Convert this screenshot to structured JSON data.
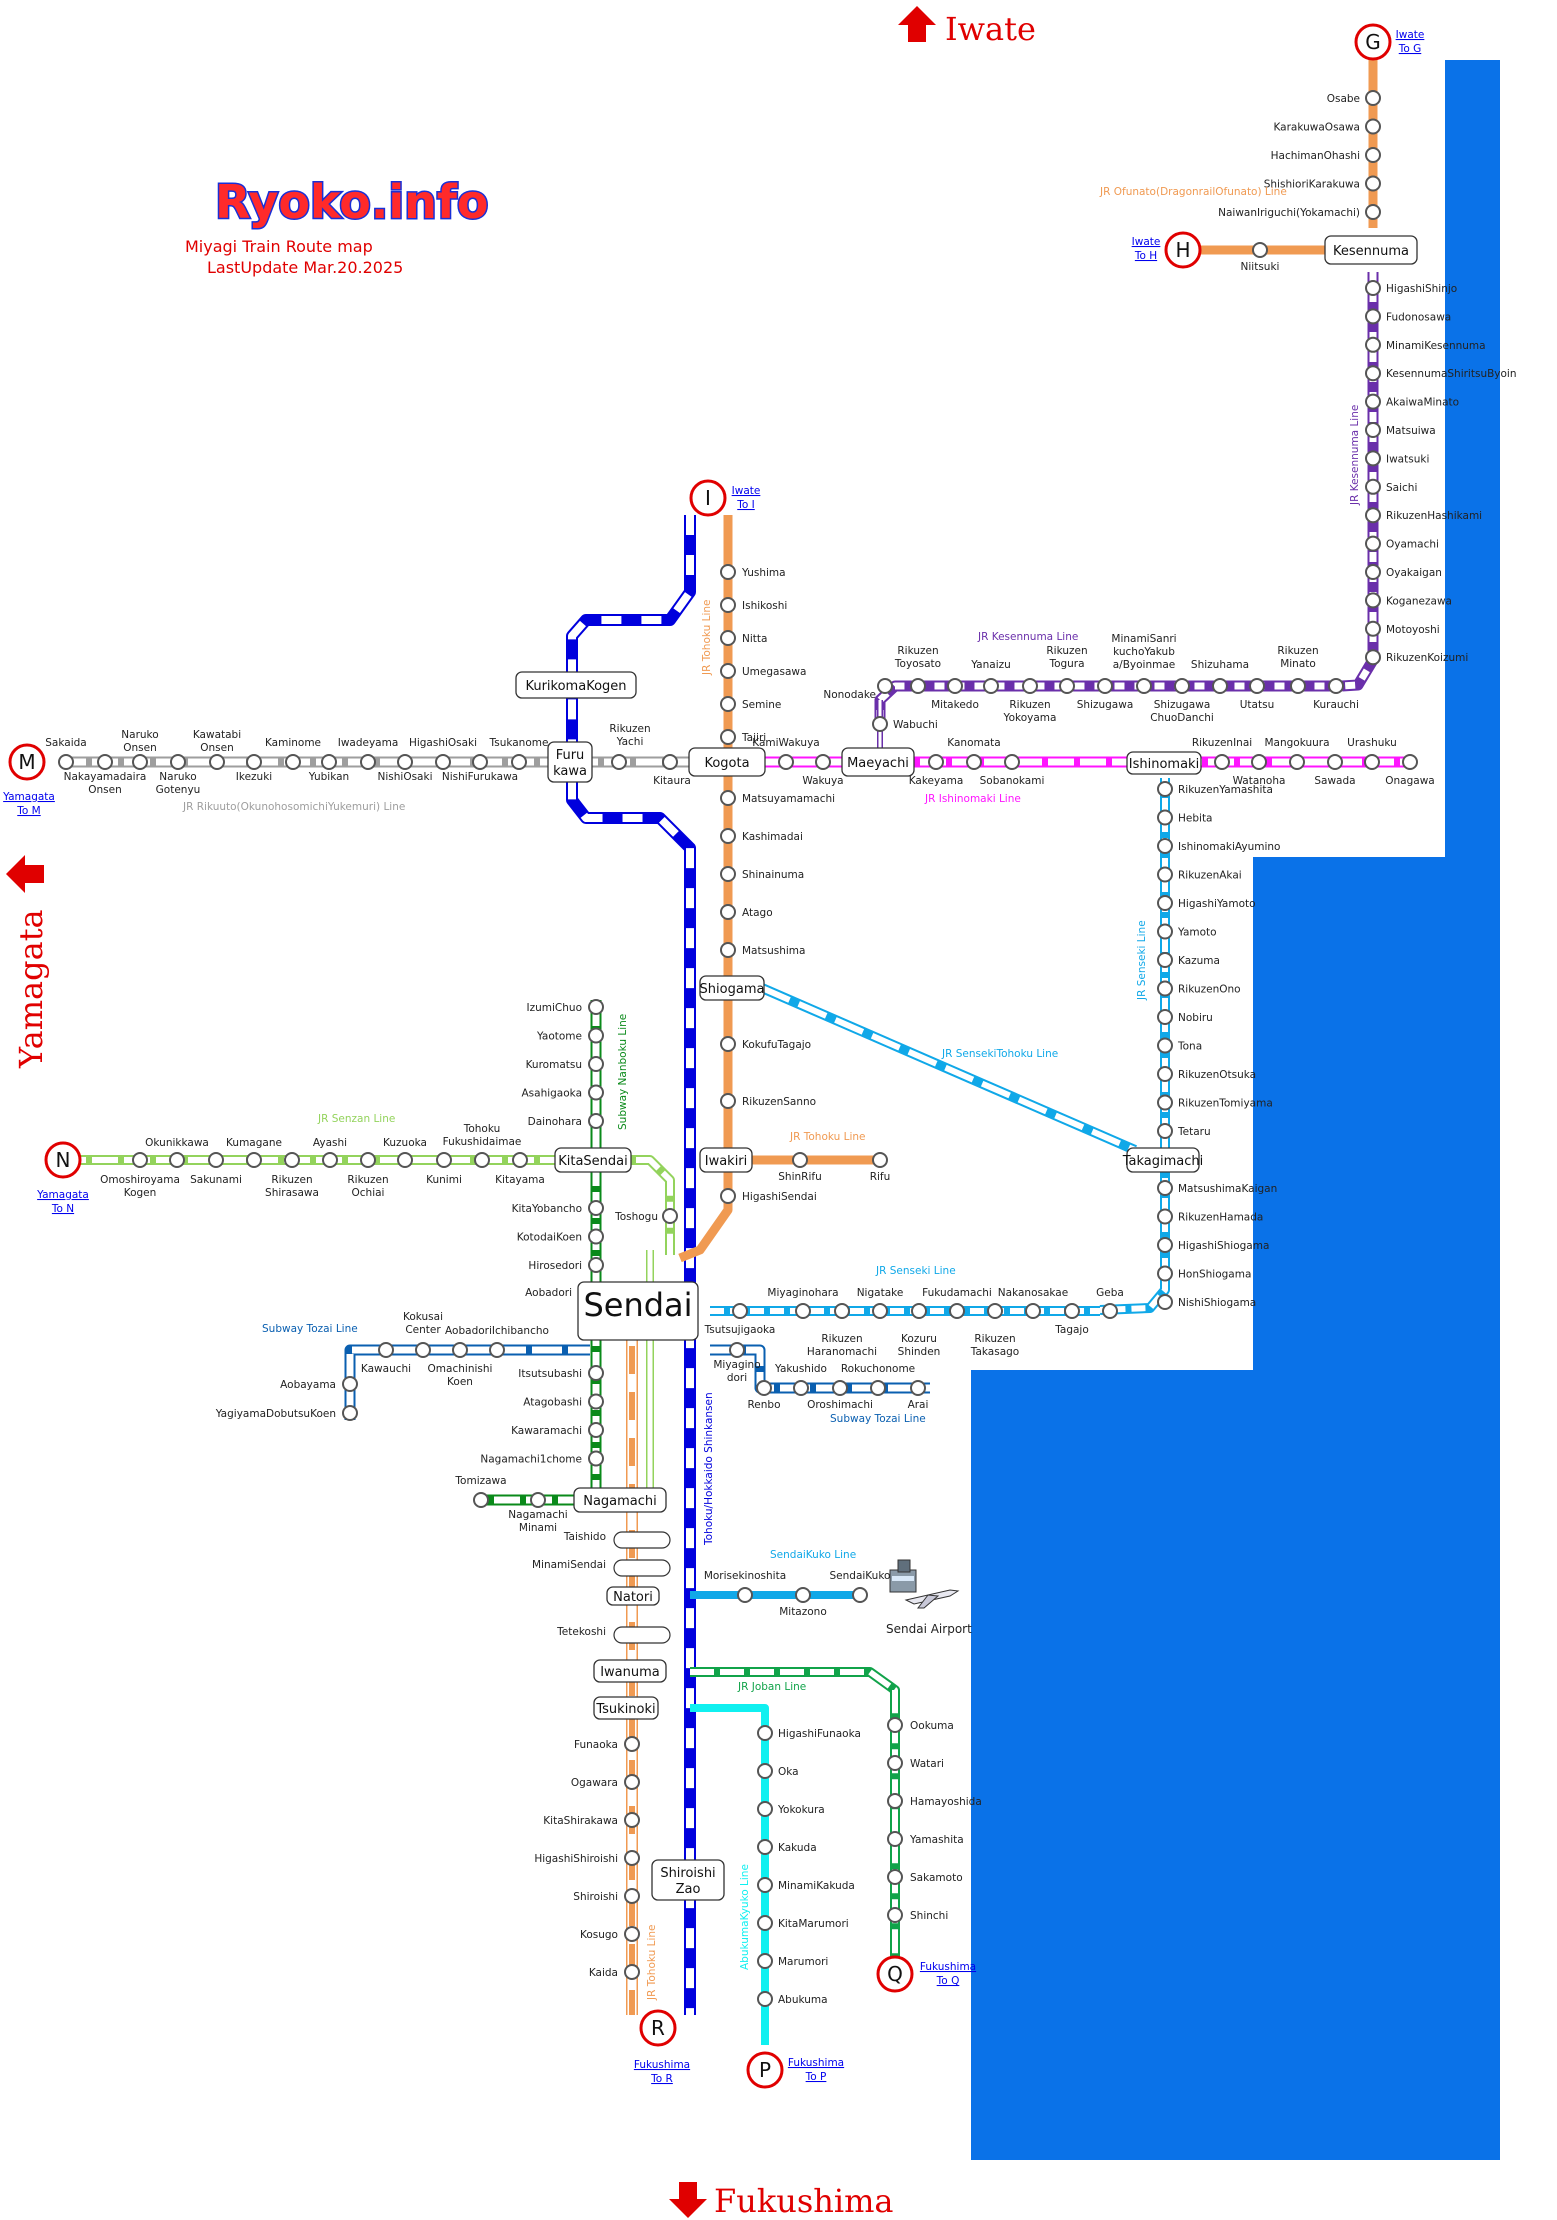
{
  "header": {
    "brand": "Ryoko.info",
    "subtitle": "Miyagi Train Route map",
    "updated": "LastUpdate Mar.20.2025"
  },
  "compass": {
    "north": "Iwate",
    "south": "Fukushima",
    "west": "Yamagata"
  },
  "colors": {
    "sea": "#0a72e8",
    "shinkansen": "#0000dd",
    "tohoku": "#f09a52",
    "kesennuma": "#6a2faa",
    "ishinomaki": "#ff14ff",
    "senseki": "#10a8e8",
    "senzan": "#93d35c",
    "rikuu": "#9e9e9e",
    "ofunato": "#f09a52",
    "nanboku": "#0a8a1a",
    "tozai": "#0a5fb0",
    "kuko": "#10a8e8",
    "joban": "#11a34a",
    "abukuma": "#10f0f0",
    "marker": "#e00000"
  },
  "exits": [
    {
      "letter": "G",
      "pref": "Iwate",
      "to": "To G"
    },
    {
      "letter": "H",
      "pref": "Iwate",
      "to": "To H"
    },
    {
      "letter": "I",
      "pref": "Iwate",
      "to": "To I"
    },
    {
      "letter": "M",
      "pref": "Yamagata",
      "to": "To M"
    },
    {
      "letter": "N",
      "pref": "Yamagata",
      "to": "To N"
    },
    {
      "letter": "P",
      "pref": "Fukushima",
      "to": "To P"
    },
    {
      "letter": "Q",
      "pref": "Fukushima",
      "to": "To Q"
    },
    {
      "letter": "R",
      "pref": "Fukushima",
      "to": "To R"
    }
  ],
  "hubs": {
    "sendai": "Sendai",
    "kesennuma": "Kesennuma",
    "kurikoma": "KurikomaKogen",
    "furukawa": [
      "Furu",
      "kawa"
    ],
    "kogota": "Kogota",
    "maeyachi": "Maeyachi",
    "ishinomaki": "Ishinomaki",
    "shiogama": "Shiogama",
    "iwakiri": "Iwakiri",
    "takagimachi": "Takagimachi",
    "kitasendai": "KitaSendai",
    "nagamachi": "Nagamachi",
    "natori": "Natori",
    "iwanuma": "Iwanuma",
    "tsukinoki": "Tsukinoki",
    "shiroishizao": [
      "Shiroishi",
      "Zao"
    ]
  },
  "line_labels": {
    "ofunato": "JR Ofunato(DragonrailOfunato) Line",
    "kesennuma_v": "JR Kesennuma Line",
    "kesennuma_h": "JR Kesennuma Line",
    "ishinomaki": "JR Ishinomaki Line",
    "tohoku_n": "JR Tohoku Line",
    "rikuu": "JR Rikuuto(OkunohosomichiYukemuri) Line",
    "senseki_v": "JR Senseki Line",
    "senseki_tohoku": "JR SensekiTohoku Line",
    "senseki_h": "JR Senseki Line",
    "senzan": "JR Senzan Line",
    "tohoku_rifu": "JR Tohoku Line",
    "nanboku": "Subway Nanboku Line",
    "tozai_w": "Subway Tozai Line",
    "tozai_e": "Subway Tozai Line",
    "shinkansen": "Tohoku/Hokkaido Shinkansen",
    "kuko": "SendaiKuko Line",
    "joban": "JR Joban Line",
    "abukuma": "AbukumaKyuko Line",
    "tohoku_s": "JR Tohoku Line",
    "airport": "Sendai Airport"
  },
  "stations": {
    "ofunato": [
      "Osabe",
      "KarakuwaOsawa",
      "HachimanOhashi",
      "ShishioriKarakuwa",
      "NaiwanIriguchi(Yokamachi)"
    ],
    "ofunato_h": [
      "Niitsuki"
    ],
    "kesennuma": [
      "HigashiShinjo",
      "Fudonosawa",
      "MinamiKesennuma",
      "KesennumaShiritsuByoin",
      "AkaiwaMinato",
      "Matsuiwa",
      "Iwatsuki",
      "Saichi",
      "RikuzenHashikami",
      "Oyamachi",
      "Oyakaigan",
      "Koganezawa",
      "Motoyoshi",
      "RikuzenKoizumi"
    ],
    "kesennuma_h": [
      "Nonodake",
      "Rikuzen Toyosato",
      "Mitakedo",
      "Yanaizu",
      "Rikuzen Yokoyama",
      "Rikuzen Togura",
      "Shizugawa",
      "MinamiSanrikuchoYakuba/Byoinmae",
      "Shizugawa ChuoDanchi",
      "Shizuhama",
      "Utatsu",
      "Rikuzen Minato",
      "Kurauchi"
    ],
    "wabuchi": [
      "Wabuchi"
    ],
    "ishinomaki": [
      "KamiWakuya",
      "Wakuya",
      "Kakeyama",
      "Kanomata",
      "Sobanokami"
    ],
    "ishinomaki_e": [
      "RikuzenInai",
      "Watanoha",
      "Mangokuura",
      "Sawada",
      "Urashuku",
      "Onagawa"
    ],
    "tohoku_n": [
      "Yushima",
      "Ishikoshi",
      "Nitta",
      "Umegasawa",
      "Semine",
      "Tajiri"
    ],
    "tohoku_mid": [
      "Matsuyamamachi",
      "Kashimadai",
      "Shinainuma",
      "Atago",
      "Matsushima"
    ],
    "tohoku_sh": [
      "KokufuTagajo",
      "RikuzenSanno"
    ],
    "higashisendai": [
      "HigashiSendai"
    ],
    "rifu": [
      "ShinRifu",
      "Rifu"
    ],
    "rikuu": [
      "Sakaida",
      "Nakayamadaira Onsen",
      "Naruko Onsen",
      "Naruko Gotenyu",
      "Kawatabi Onsen",
      "Ikezuki",
      "Kaminome",
      "Yubikan",
      "Iwadeyama",
      "NishiOsaki",
      "HigashiOsaki",
      "NishiFurukawa",
      "Tsukanome",
      "Rikuzen Yachi",
      "Kitaura"
    ],
    "senseki_v": [
      "RikuzenYamashita",
      "Hebita",
      "IshinomakiAyumino",
      "RikuzenAkai",
      "HigashiYamoto",
      "Yamoto",
      "Kazuma",
      "RikuzenOno",
      "Nobiru",
      "Tona",
      "RikuzenOtsuka",
      "RikuzenTomiyama",
      "Tetaru"
    ],
    "senseki_v2": [
      "MatsushimaKaigan",
      "RikuzenHamada",
      "HigashiShiogama",
      "HonShiogama",
      "NishiShiogama"
    ],
    "senseki_h": [
      "Tsutsujigaoka",
      "Miyaginohara",
      "Rikuzen Haranomachi",
      "Nigatake",
      "Kozuru Shinden",
      "Fukudamachi",
      "Rikuzen Takasago",
      "Nakanosakae",
      "Tagajo",
      "Geba"
    ],
    "senzan": [
      "Omoshiroyama Kogen",
      "Okunikkawa",
      "Sakunami",
      "Kumagane",
      "Rikuzen Shirasawa",
      "Ayashi",
      "Rikuzen Ochiai",
      "Kuzuoka",
      "Kunimi",
      "Tohoku Fukushidaimae",
      "Kitayama"
    ],
    "toshogu": [
      "Toshogu"
    ],
    "nanboku_n": [
      "IzumiChuo",
      "Yaotome",
      "Kuromatsu",
      "Asahigaoka",
      "Dainohara",
      "KitaYobancho",
      "KotodaiKoen",
      "Hirosedori"
    ],
    "nanboku_s": [
      "Itsutsubashi",
      "Atagobashi",
      "Kawaramachi",
      "Nagamachi1chome",
      "Nagamachi Minami",
      "Tomizawa"
    ],
    "tozai_w": [
      "Aobadori",
      "AobadoriIchibancho",
      "Omachinishi Koen",
      "Kokusai Center",
      "Kawauchi",
      "Aobayama",
      "YagiyamaDobutsuKoen"
    ],
    "tozai_e": [
      "Miyagino dori",
      "Renbo",
      "Yakushido",
      "Oroshimachi",
      "Rokuchonome",
      "Arai"
    ],
    "tohoku_s": [
      "Taishido",
      "MinamiSendai",
      "Tetekoshi",
      "Funaoka",
      "Ogawara",
      "KitaShirakawa",
      "HigashiShiroishi",
      "Shiroishi",
      "Kosugo",
      "Kaida"
    ],
    "kuko": [
      "Morisekinoshita",
      "Mitazono",
      "SendaiKuko"
    ],
    "joban": [
      "Ookuma",
      "Watari",
      "Hamayoshida",
      "Yamashita",
      "Sakamoto",
      "Shinchi"
    ],
    "abukuma": [
      "HigashiFunaoka",
      "Oka",
      "Yokokura",
      "Kakuda",
      "MinamiKakuda",
      "KitaMarumori",
      "Marumori",
      "Abukuma"
    ]
  }
}
